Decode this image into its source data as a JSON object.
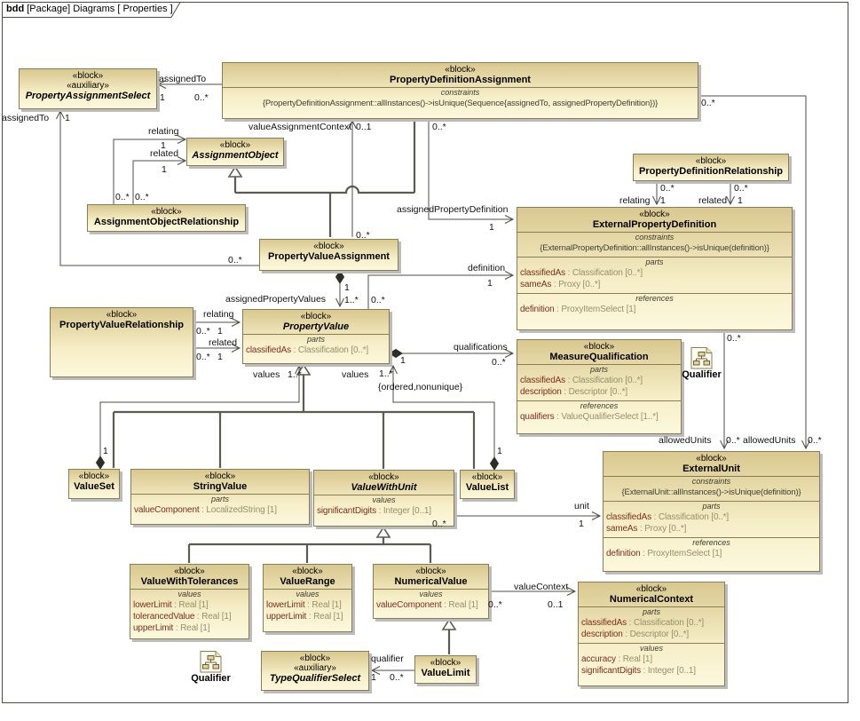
{
  "frame": {
    "title_bold": "bdd",
    "title_rest": " [Package] Diagrams [ Properties ]"
  },
  "colors": {
    "block_border": "#8a7c54",
    "block_fill_light": "#fcf8dd",
    "block_fill_dark": "#d9c88f",
    "attr_name": "#7d2e1d",
    "attr_type": "#96906d",
    "edge": "#4c4c44",
    "shadow": "#bcbcbc"
  },
  "diagram": {
    "blocks": [
      {
        "id": "property-assignment-select",
        "stereotypes": [
          "«block»",
          "«auxiliary»"
        ],
        "name": "PropertyAssignmentSelect",
        "abstract": true,
        "compartments": []
      },
      {
        "id": "property-definition-assignment",
        "stereotypes": [
          "«block»"
        ],
        "name": "PropertyDefinitionAssignment",
        "abstract": false,
        "compartments": [
          {
            "label": "constraints",
            "entries": [
              {
                "text": "{PropertyDefinitionAssignment::allInstances()->isUnique(Sequence{assignedTo, assignedPropertyDefinition})}"
              }
            ]
          }
        ]
      },
      {
        "id": "assignment-object",
        "stereotypes": [
          "«block»"
        ],
        "name": "AssignmentObject",
        "abstract": true,
        "compartments": []
      },
      {
        "id": "assignment-object-relationship",
        "stereotypes": [
          "«block»"
        ],
        "name": "AssignmentObjectRelationship",
        "abstract": false,
        "compartments": []
      },
      {
        "id": "property-definition-relationship",
        "stereotypes": [
          "«block»"
        ],
        "name": "PropertyDefinitionRelationship",
        "abstract": false,
        "compartments": []
      },
      {
        "id": "external-property-definition",
        "stereotypes": [
          "«block»"
        ],
        "name": "ExternalPropertyDefinition",
        "abstract": false,
        "compartments": [
          {
            "label": "constraints",
            "entries": [
              {
                "text": "{ExternalPropertyDefinition::allInstances()->isUnique(definition)}"
              }
            ]
          },
          {
            "label": "parts",
            "entries": [
              {
                "name": "classifiedAs",
                "type": " : Classification [0..*]"
              },
              {
                "name": "sameAs",
                "type": " : Proxy [0..*]"
              }
            ]
          },
          {
            "label": "references",
            "entries": [
              {
                "name": "definition",
                "type": " : ProxyItemSelect [1]"
              }
            ]
          }
        ]
      },
      {
        "id": "property-value-assignment",
        "stereotypes": [
          "«block»"
        ],
        "name": "PropertyValueAssignment",
        "abstract": false,
        "compartments": []
      },
      {
        "id": "property-value-relationship",
        "stereotypes": [
          "«block»"
        ],
        "name": "PropertyValueRelationship",
        "abstract": false,
        "compartments": []
      },
      {
        "id": "property-value",
        "stereotypes": [
          "«block»"
        ],
        "name": "PropertyValue",
        "abstract": true,
        "compartments": [
          {
            "label": "parts",
            "entries": [
              {
                "name": "classifiedAs",
                "type": " : Classification [0..*]"
              }
            ]
          }
        ]
      },
      {
        "id": "measure-qualification",
        "stereotypes": [
          "«block»"
        ],
        "name": "MeasureQualification",
        "abstract": false,
        "compartments": [
          {
            "label": "parts",
            "entries": [
              {
                "name": "classifiedAs",
                "type": " : Classification [0..*]"
              },
              {
                "name": "description",
                "type": " : Descriptor [0..*]"
              }
            ]
          },
          {
            "label": "references",
            "entries": [
              {
                "name": "qualifiers",
                "type": " : ValueQualifierSelect [1..*]"
              }
            ]
          }
        ]
      },
      {
        "id": "external-unit",
        "stereotypes": [
          "«block»"
        ],
        "name": "ExternalUnit",
        "abstract": false,
        "compartments": [
          {
            "label": "constraints",
            "entries": [
              {
                "text": "{ExternalUnit::allInstances()->isUnique(definition)}"
              }
            ]
          },
          {
            "label": "parts",
            "entries": [
              {
                "name": "classifiedAs",
                "type": " : Classification [0..*]"
              },
              {
                "name": "sameAs",
                "type": " : Proxy [0..*]"
              }
            ]
          },
          {
            "label": "references",
            "entries": [
              {
                "name": "definition",
                "type": " : ProxyItemSelect [1]"
              }
            ]
          }
        ]
      },
      {
        "id": "value-set",
        "stereotypes": [
          "«block»"
        ],
        "name": "ValueSet",
        "abstract": false,
        "compartments": []
      },
      {
        "id": "string-value",
        "stereotypes": [
          "«block»"
        ],
        "name": "StringValue",
        "abstract": false,
        "compartments": [
          {
            "label": "parts",
            "entries": [
              {
                "name": "valueComponent",
                "type": " : LocalizedString [1]"
              }
            ]
          }
        ]
      },
      {
        "id": "value-with-unit",
        "stereotypes": [
          "«block»"
        ],
        "name": "ValueWithUnit",
        "abstract": true,
        "compartments": [
          {
            "label": "values",
            "entries": [
              {
                "name": "significantDigits",
                "type": " : Integer [0..1]"
              }
            ]
          }
        ]
      },
      {
        "id": "value-list",
        "stereotypes": [
          "«block»"
        ],
        "name": "ValueList",
        "abstract": false,
        "compartments": []
      },
      {
        "id": "value-with-tolerances",
        "stereotypes": [
          "«block»"
        ],
        "name": "ValueWithTolerances",
        "abstract": false,
        "compartments": [
          {
            "label": "values",
            "entries": [
              {
                "name": "lowerLimit",
                "type": " : Real [1]"
              },
              {
                "name": "tolerancedValue",
                "type": " : Real [1]"
              },
              {
                "name": "upperLimit",
                "type": " : Real [1]"
              }
            ]
          }
        ]
      },
      {
        "id": "value-range",
        "stereotypes": [
          "«block»"
        ],
        "name": "ValueRange",
        "abstract": false,
        "compartments": [
          {
            "label": "values",
            "entries": [
              {
                "name": "lowerLimit",
                "type": " : Real [1]"
              },
              {
                "name": "upperLimit",
                "type": " : Real [1]"
              }
            ]
          }
        ]
      },
      {
        "id": "numerical-value",
        "stereotypes": [
          "«block»"
        ],
        "name": "NumericalValue",
        "abstract": false,
        "compartments": [
          {
            "label": "values",
            "entries": [
              {
                "name": "valueComponent",
                "type": " : Real [1]"
              }
            ]
          }
        ]
      },
      {
        "id": "numerical-context",
        "stereotypes": [
          "«block»"
        ],
        "name": "NumericalContext",
        "abstract": false,
        "compartments": [
          {
            "label": "parts",
            "entries": [
              {
                "name": "classifiedAs",
                "type": " : Classification [0..*]"
              },
              {
                "name": "description",
                "type": " : Descriptor [0..*]"
              }
            ]
          },
          {
            "label": "values",
            "entries": [
              {
                "name": "accuracy",
                "type": " : Real [1]"
              },
              {
                "name": "significantDigits",
                "type": " : Integer [0..1]"
              }
            ]
          }
        ]
      },
      {
        "id": "type-qualifier-select",
        "stereotypes": [
          "«block»",
          "«auxiliary»"
        ],
        "name": "TypeQualifierSelect",
        "abstract": true,
        "compartments": []
      },
      {
        "id": "value-limit",
        "stereotypes": [
          "«block»"
        ],
        "name": "ValueLimit",
        "abstract": false,
        "compartments": []
      }
    ],
    "edge_labels": [
      {
        "id": "l1",
        "text": "assignedTo"
      },
      {
        "id": "l2",
        "text": "1"
      },
      {
        "id": "l3",
        "text": "0..*"
      },
      {
        "id": "l4",
        "text": "assignedTo"
      },
      {
        "id": "l5",
        "text": "1"
      },
      {
        "id": "l6",
        "text": "0..*"
      },
      {
        "id": "l7",
        "text": "relating"
      },
      {
        "id": "l8",
        "text": "1"
      },
      {
        "id": "l9",
        "text": "related"
      },
      {
        "id": "l10",
        "text": "1"
      },
      {
        "id": "l11",
        "text": "0..*"
      },
      {
        "id": "l12",
        "text": "0..*"
      },
      {
        "id": "l13",
        "text": "valueAssignmentContext"
      },
      {
        "id": "l14",
        "text": "0..1"
      },
      {
        "id": "l15",
        "text": "0..*"
      },
      {
        "id": "l16",
        "text": "assignedPropertyDefinition"
      },
      {
        "id": "l17",
        "text": "1"
      },
      {
        "id": "l18",
        "text": "0..*"
      },
      {
        "id": "l19",
        "text": "relating"
      },
      {
        "id": "l20",
        "text": "1"
      },
      {
        "id": "l21",
        "text": "0..*"
      },
      {
        "id": "l22",
        "text": "related"
      },
      {
        "id": "l23",
        "text": "1"
      },
      {
        "id": "l24",
        "text": "0..*"
      },
      {
        "id": "l25",
        "text": "0..*"
      },
      {
        "id": "l26",
        "text": "1"
      },
      {
        "id": "l27",
        "text": "assignedPropertyValues"
      },
      {
        "id": "l28",
        "text": "1..*"
      },
      {
        "id": "l29",
        "text": "0..*"
      },
      {
        "id": "l30",
        "text": "definition"
      },
      {
        "id": "l31",
        "text": "1"
      },
      {
        "id": "l32",
        "text": "relating"
      },
      {
        "id": "l33",
        "text": "0..*"
      },
      {
        "id": "l34",
        "text": "1"
      },
      {
        "id": "l35",
        "text": "related"
      },
      {
        "id": "l36",
        "text": "0..*"
      },
      {
        "id": "l37",
        "text": "1"
      },
      {
        "id": "l38",
        "text": "qualifications"
      },
      {
        "id": "l39",
        "text": "1"
      },
      {
        "id": "l40",
        "text": "0..*"
      },
      {
        "id": "l41",
        "text": "{ordered,nonunique}"
      },
      {
        "id": "l42",
        "text": "values"
      },
      {
        "id": "l43",
        "text": "1..*"
      },
      {
        "id": "l44",
        "text": "values"
      },
      {
        "id": "l45",
        "text": "1..*"
      },
      {
        "id": "l46",
        "text": "1"
      },
      {
        "id": "l47",
        "text": "1"
      },
      {
        "id": "l48",
        "text": "0..*"
      },
      {
        "id": "l49",
        "text": "allowedUnits"
      },
      {
        "id": "l50",
        "text": "0..*"
      },
      {
        "id": "l51",
        "text": "allowedUnits"
      },
      {
        "id": "l52",
        "text": "0..*"
      },
      {
        "id": "l53",
        "text": "unit"
      },
      {
        "id": "l54",
        "text": "1"
      },
      {
        "id": "l55",
        "text": "0..*"
      },
      {
        "id": "l56",
        "text": "valueContext"
      },
      {
        "id": "l57",
        "text": "0..1"
      },
      {
        "id": "l58",
        "text": "0..*"
      },
      {
        "id": "l59",
        "text": "qualifier"
      },
      {
        "id": "l60",
        "text": "1"
      },
      {
        "id": "l61",
        "text": "0..*"
      }
    ],
    "icons": [
      {
        "id": "qualifier-1",
        "label": "Qualifier"
      },
      {
        "id": "qualifier-2",
        "label": "Qualifier"
      }
    ]
  }
}
